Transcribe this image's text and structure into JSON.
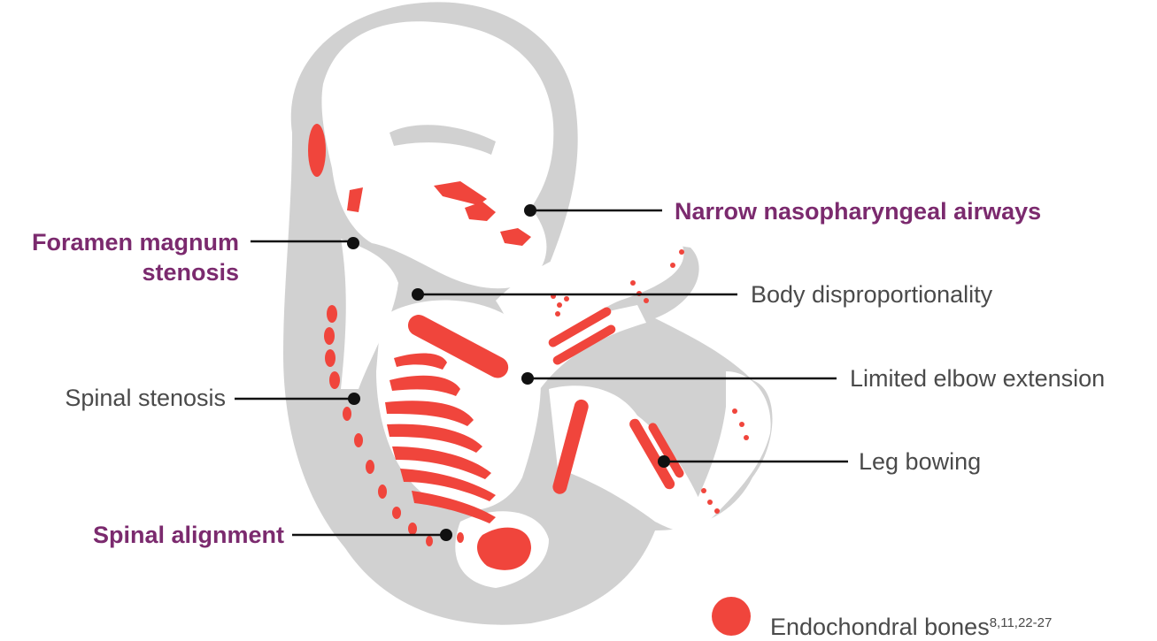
{
  "labels": {
    "narrow_airways": "Narrow nasopharyngeal airways",
    "foramen_line1": "Foramen magnum",
    "foramen_line2": "stenosis",
    "body_disproportion": "Body disproportionality",
    "elbow": "Limited elbow extension",
    "spinal_stenosis": "Spinal stenosis",
    "leg_bowing": "Leg bowing",
    "spinal_alignment": "Spinal alignment"
  },
  "legend": {
    "text": "Endochondral bones",
    "refs": "8,11,22-27"
  },
  "colors": {
    "emphasis_text": "#7b2a6e",
    "normal_text": "#4a4a4a",
    "bone_highlight": "#f0453c",
    "body_outline": "#d1d1d1",
    "leader_line": "#111111"
  }
}
